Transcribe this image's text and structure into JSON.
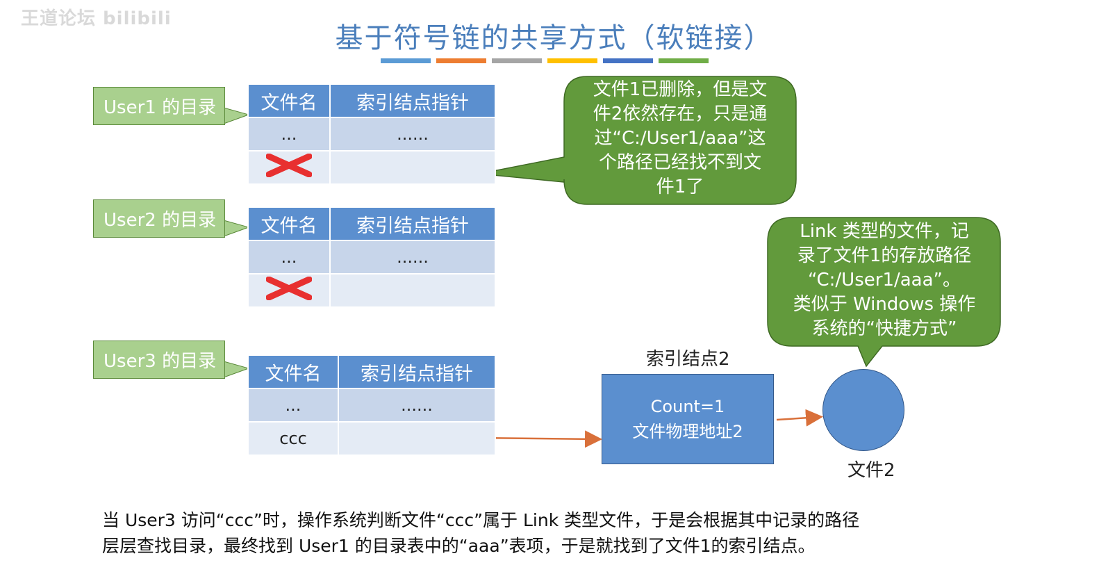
{
  "watermark": "王道论坛 bilibili",
  "title": "基于符号链的共享方式（软链接）",
  "colors": {
    "title": "#4a7ebb",
    "bars": [
      "#5b9bd5",
      "#ed7d31",
      "#a5a5a5",
      "#ffc000",
      "#4472c4",
      "#70ad47"
    ],
    "label_fill": "#a9d08e",
    "table_header": "#5b8fcf",
    "callout_fill": "#629a3c",
    "arrow": "#d9703a",
    "cross": "#e83030"
  },
  "users": [
    {
      "label": "User1 的目录",
      "headers": [
        "文件名",
        "索引结点指针"
      ],
      "rows": [
        [
          "...",
          "......"
        ],
        [
          "",
          ""
        ]
      ],
      "deleted_row": 1
    },
    {
      "label": "User2 的目录",
      "headers": [
        "文件名",
        "索引结点指针"
      ],
      "rows": [
        [
          "...",
          "......"
        ],
        [
          "",
          ""
        ]
      ],
      "deleted_row": 1
    },
    {
      "label": "User3 的目录",
      "headers": [
        "文件名",
        "索引结点指针"
      ],
      "rows": [
        [
          "...",
          "......"
        ],
        [
          "ccc",
          ""
        ]
      ]
    }
  ],
  "callout_deleted": {
    "lines": [
      "文件1已删除，但是文",
      "件2依然存在，只是通",
      "过“C:/User1/aaa”这",
      "个路径已经找不到文",
      "件1了"
    ]
  },
  "callout_link": {
    "lines": [
      "Link 类型的文件，记",
      "录了文件1的存放路径",
      "“C:/User1/aaa”。",
      "类似于 Windows 操作",
      "系统的“快捷方式”"
    ]
  },
  "inode": {
    "label": "索引结点2",
    "count": "Count=1",
    "address": "文件物理地址2"
  },
  "file_label": "文件2",
  "bottom_text": {
    "line1": "当 User3 访问“ccc”时，操作系统判断文件“ccc”属于 Link 类型文件，于是会根据其中记录的路径",
    "line2": "层层查找目录，最终找到 User1 的目录表中的“aaa”表项，于是就找到了文件1的索引结点。"
  }
}
